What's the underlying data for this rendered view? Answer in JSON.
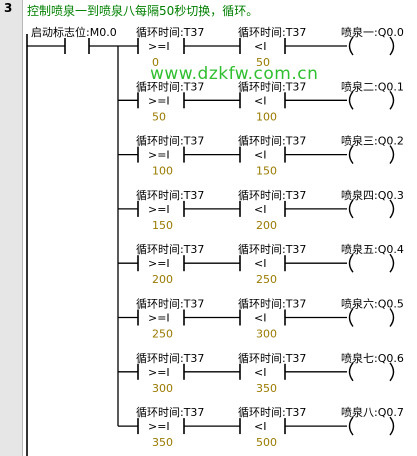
{
  "network": {
    "number": "3",
    "comment": "控制喷泉一到喷泉八每隔50秒切换，循环。"
  },
  "start_contact": {
    "label": "启动标志位:M0.0"
  },
  "rungs": [
    {
      "ge_label": "循环时间:T37",
      "ge_op": ">=I",
      "ge_value": "0",
      "lt_label": "循环时间:T37",
      "lt_op": "<I",
      "lt_value": "50",
      "coil_label": "喷泉一:Q0.0"
    },
    {
      "ge_label": "循环时间:T37",
      "ge_op": ">=I",
      "ge_value": "50",
      "lt_label": "循环时间:T37",
      "lt_op": "<I",
      "lt_value": "100",
      "coil_label": "喷泉二:Q0.1"
    },
    {
      "ge_label": "循环时间:T37",
      "ge_op": ">=I",
      "ge_value": "100",
      "lt_label": "循环时间:T37",
      "lt_op": "<I",
      "lt_value": "150",
      "coil_label": "喷泉三:Q0.2"
    },
    {
      "ge_label": "循环时间:T37",
      "ge_op": ">=I",
      "ge_value": "150",
      "lt_label": "循环时间:T37",
      "lt_op": "<I",
      "lt_value": "200",
      "coil_label": "喷泉四:Q0.3"
    },
    {
      "ge_label": "循环时间:T37",
      "ge_op": ">=I",
      "ge_value": "200",
      "lt_label": "循环时间:T37",
      "lt_op": "<I",
      "lt_value": "250",
      "coil_label": "喷泉五:Q0.4"
    },
    {
      "ge_label": "循环时间:T37",
      "ge_op": ">=I",
      "ge_value": "250",
      "lt_label": "循环时间:T37",
      "lt_op": "<I",
      "lt_value": "300",
      "coil_label": "喷泉六:Q0.5"
    },
    {
      "ge_label": "循环时间:T37",
      "ge_op": ">=I",
      "ge_value": "300",
      "lt_label": "循环时间:T37",
      "lt_op": "<I",
      "lt_value": "350",
      "coil_label": "喷泉七:Q0.6"
    },
    {
      "ge_label": "循环时间:T37",
      "ge_op": ">=I",
      "ge_value": "350",
      "lt_label": "循环时间:T37",
      "lt_op": "<I",
      "lt_value": "500",
      "coil_label": "喷泉八:Q0.7"
    }
  ],
  "watermark": "www.dzkfw.com.cn",
  "colors": {
    "comment": "#008000",
    "values": "#9a7a00",
    "watermark": "#2fbf2f",
    "gutter": "#e6e6e6"
  }
}
